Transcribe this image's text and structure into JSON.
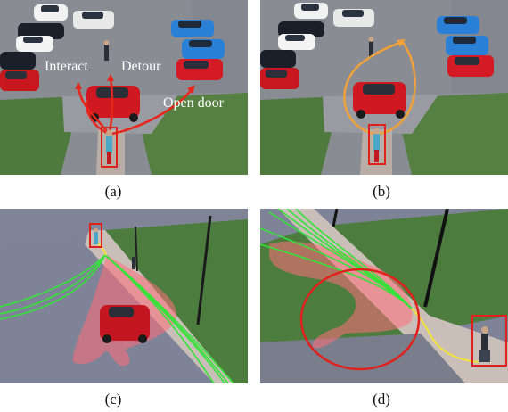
{
  "figure": {
    "panels": [
      {
        "id": "a",
        "caption": "(a)",
        "labels": {
          "interact": "Interact",
          "detour": "Detour",
          "open_door": "Open door"
        }
      },
      {
        "id": "b",
        "caption": "(b)"
      },
      {
        "id": "c",
        "caption": "(c)"
      },
      {
        "id": "d",
        "caption": "(d)"
      }
    ]
  },
  "colors": {
    "asphalt": "#8e8f97",
    "grass": "#4f7a3e",
    "arrow_red": "#e8251b",
    "arrow_orange": "#f0a23a",
    "trajectory_green": "#36e23a",
    "trajectory_yellow": "#f2e23a",
    "highlight_box": "#e0201a"
  }
}
